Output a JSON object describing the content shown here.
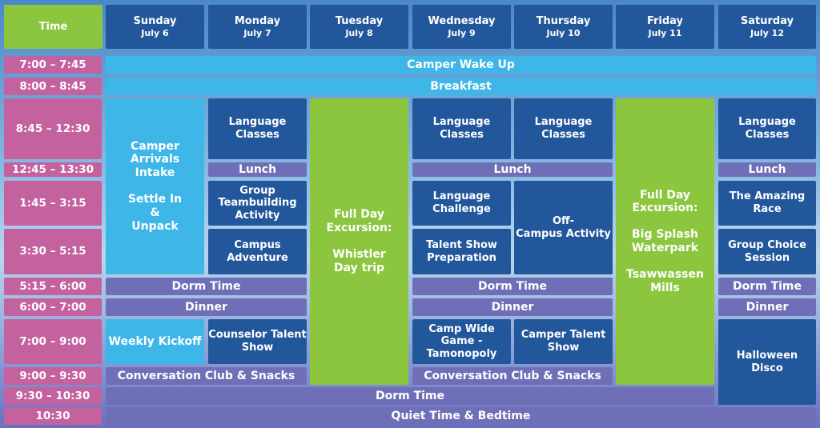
{
  "header": {
    "time_label": "Time",
    "days": [
      {
        "name": "Sunday",
        "date": "July 6"
      },
      {
        "name": "Monday",
        "date": "July 7"
      },
      {
        "name": "Tuesday",
        "date": "July 8"
      },
      {
        "name": "Wednesday",
        "date": "July 9"
      },
      {
        "name": "Thursday",
        "date": "July 10"
      },
      {
        "name": "Friday",
        "date": "July 11"
      },
      {
        "name": "Saturday",
        "date": "July 12"
      }
    ]
  },
  "times": [
    "7:00 – 7:45",
    "8:00 – 8:45",
    "8:45 – 12:30",
    "12:45 – 13:30",
    "1:45 – 3:15",
    "3:30 – 5:15",
    "5:15 – 6:00",
    "6:00 – 7:00",
    "7:00 – 9:00",
    "9:00 – 9:30",
    "9:30 – 10:30",
    "10:30"
  ],
  "events": {
    "wake_up": "Camper Wake Up",
    "breakfast": "Breakfast",
    "arrivals_1": "Camper Arrivals",
    "arrivals_2": "Intake",
    "settle_1": "Settle In",
    "settle_2": "&",
    "settle_3": "Unpack",
    "language_classes": "Language Classes",
    "lunch": "Lunch",
    "group_team_1": "Group",
    "group_team_2": "Teambuilding",
    "group_team_3": "Activity",
    "campus_adventure": "Campus Adventure",
    "full_day_1": "Full Day",
    "full_day_2": "Excursion:",
    "whistler_1": "Whistler",
    "whistler_2": "Day trip",
    "lang_challenge_1": "Language",
    "lang_challenge_2": "Challenge",
    "talent_prep_1": "Talent Show",
    "talent_prep_2": "Preparation",
    "off_campus_1": "Off-",
    "off_campus_2": "Campus Activity",
    "big_splash_1": "Big Splash",
    "big_splash_2": "Waterpark",
    "tsawwassen": "Tsawwassen Mills",
    "amazing_race": "The Amazing Race",
    "group_choice_1": "Group Choice",
    "group_choice_2": "Session",
    "dorm_time": "Dorm Time",
    "dinner": "Dinner",
    "weekly_kickoff": "Weekly Kickoff",
    "counselor_talent_1": "Counselor Talent",
    "counselor_talent_2": "Show",
    "camp_wide_1": "Camp Wide Game -",
    "camp_wide_2": "Tamonopoly",
    "camper_talent_1": "Camper Talent",
    "camper_talent_2": "Show",
    "halloween_1": "Halloween",
    "halloween_2": "Disco",
    "conversation_club": "Conversation Club & Snacks",
    "quiet_time": "Quiet Time & Bedtime"
  },
  "colors": {
    "green": "#8cc63f",
    "dark_blue": "#22579b",
    "cyan": "#3fb6e8",
    "violet": "#6f6fb7",
    "pink": "#c4619f"
  }
}
